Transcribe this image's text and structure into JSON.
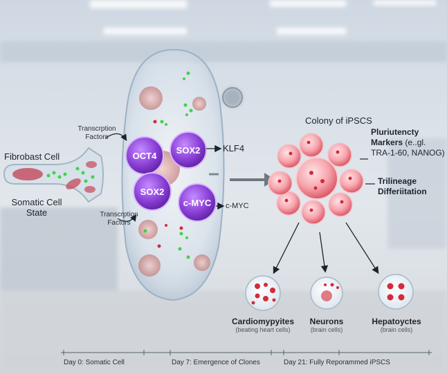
{
  "source": {
    "title": "Fibrobast Cell",
    "state_line1": "Somatic Cell",
    "state_line2": "State"
  },
  "transcription_factors": {
    "top_line1": "Transcrption",
    "top_line2": "Factors",
    "bottom_line1": "Transcrption",
    "bottom_line2": "Factors"
  },
  "factors": [
    "OCT4",
    "SOX2",
    "SOX2",
    "c-MYC"
  ],
  "factor_callouts": {
    "klf4": "KLF4",
    "cmyc": "c-MYC"
  },
  "colony": {
    "title": "Colony of iPSCS",
    "markers_line1": "Pluriutencty",
    "markers_line2": "Markers",
    "markers_suffix": "(e..gl.",
    "markers_line3": "TRA-1-60, NANOG)",
    "trilineage_line1": "Trilineage",
    "trilineage_line2": "Differiitation"
  },
  "outcomes": [
    {
      "name": "Cardiomypyites",
      "note": "(beating heart cells)"
    },
    {
      "name": "Neurons",
      "note": "(brain cells)"
    },
    {
      "name": "Hepatoyctes",
      "note": "(brain cells)"
    }
  ],
  "timeline": [
    {
      "label": "Day 0: Somatic Cell"
    },
    {
      "label": "Day 7: Emergence of Clones"
    },
    {
      "label": "Day 21: Fully Reporammed iPSCS"
    }
  ],
  "colors": {
    "factor_purple": "#8a3fd6",
    "cell_red": "#d42a3c",
    "fluor_green": "#3fd34a",
    "membrane": "#c9d6e3"
  }
}
